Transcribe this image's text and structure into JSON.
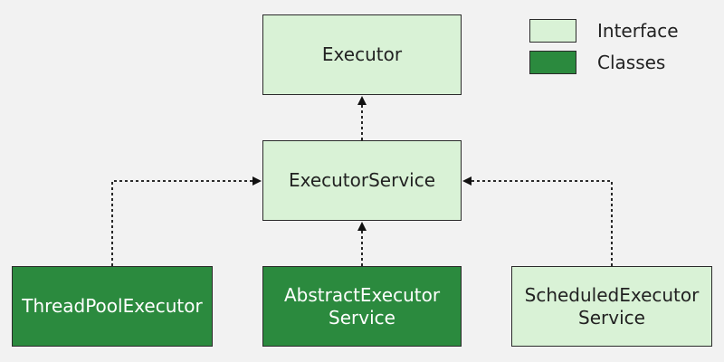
{
  "nodes": {
    "executor": {
      "label": "Executor",
      "kind": "interface"
    },
    "executor_service": {
      "label": "ExecutorService",
      "kind": "interface"
    },
    "thread_pool_executor": {
      "label": "ThreadPoolExecutor",
      "kind": "class"
    },
    "abstract_executor_service": {
      "label": "AbstractExecutor\nService",
      "kind": "class"
    },
    "scheduled_executor_service": {
      "label": "ScheduledExecutor\nService",
      "kind": "interface"
    }
  },
  "edges": [
    {
      "from": "executor_service",
      "to": "executor",
      "style": "dashed"
    },
    {
      "from": "abstract_executor_service",
      "to": "executor_service",
      "style": "dashed"
    },
    {
      "from": "thread_pool_executor",
      "to": "executor_service",
      "style": "dashed"
    },
    {
      "from": "scheduled_executor_service",
      "to": "executor_service",
      "style": "dashed"
    }
  ],
  "legend": {
    "interface_label": "Interface",
    "classes_label": "Classes"
  },
  "colors": {
    "background": "#f2f2f2",
    "interface_fill": "#d9f2d6",
    "class_fill": "#2b8a3e",
    "border": "#2b2b2b",
    "arrow": "#111111"
  }
}
